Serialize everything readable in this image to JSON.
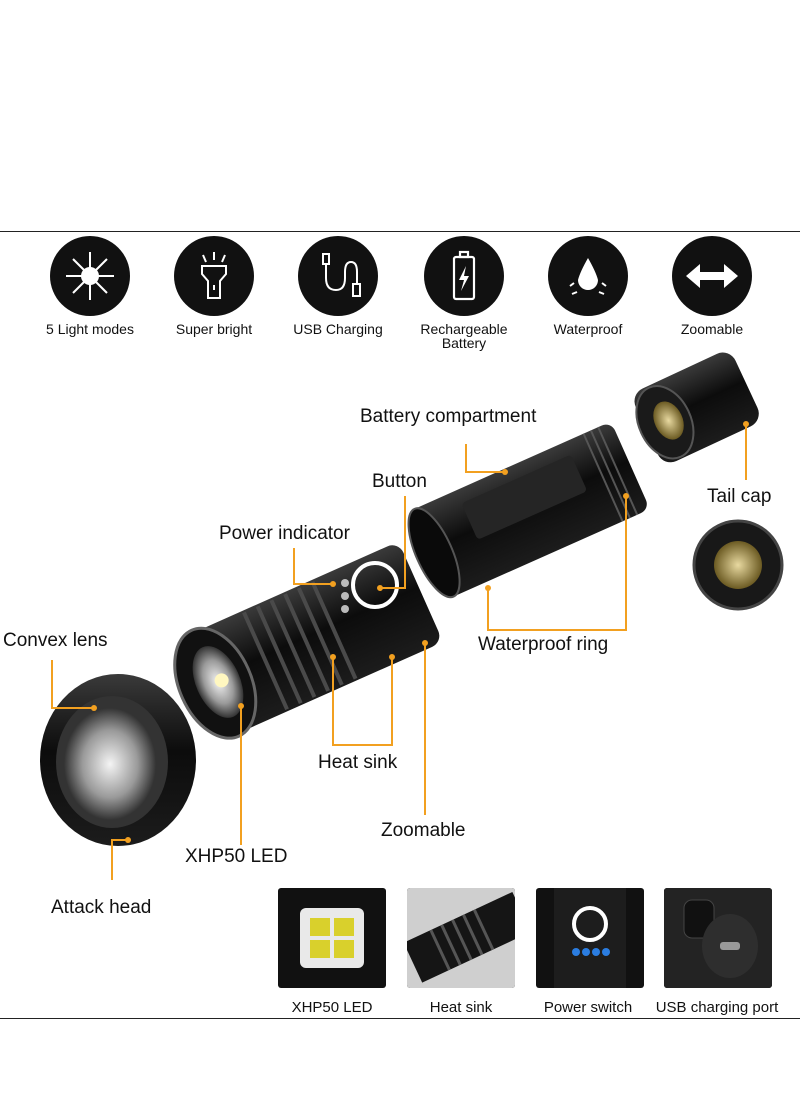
{
  "features": [
    {
      "icon": "sun-icon",
      "label": "5 Light modes"
    },
    {
      "icon": "flashlight-icon",
      "label": "Super bright"
    },
    {
      "icon": "usb-cable-icon",
      "label": "USB Charging"
    },
    {
      "icon": "battery-icon",
      "label": "Rechargeable Battery"
    },
    {
      "icon": "water-drop-icon",
      "label": "Waterproof"
    },
    {
      "icon": "arrows-icon",
      "label": "Zoomable"
    }
  ],
  "callouts": {
    "battery_compartment": "Battery compartment",
    "button": "Button",
    "tail_cap": "Tail cap",
    "power_indicator": "Power indicator",
    "waterproof_ring": "Waterproof ring",
    "convex_lens": "Convex lens",
    "heat_sink": "Heat sink",
    "zoomable": "Zoomable",
    "xhp50_led": "XHP50 LED",
    "attack_head": "Attack head"
  },
  "details": [
    {
      "label": "XHP50 LED"
    },
    {
      "label": "Heat sink"
    },
    {
      "label": "Power switch"
    },
    {
      "label": "USB charging port"
    }
  ],
  "colors": {
    "accent": "#f2a020",
    "icon_bg": "#111111"
  }
}
